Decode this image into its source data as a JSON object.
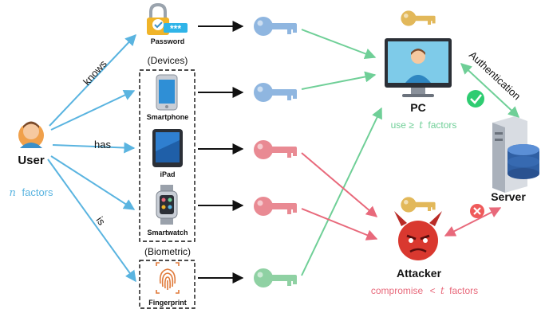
{
  "user": {
    "title": "User",
    "factors_symbol": "n",
    "factors_text": "factors"
  },
  "relations": {
    "knows": "knows",
    "has": "has",
    "is": "is"
  },
  "groups": {
    "devices": "(Devices)",
    "biometric": "(Biometric)"
  },
  "factors": {
    "password": {
      "label": "Password",
      "mask": "***"
    },
    "smartphone": {
      "label": "Smartphone"
    },
    "ipad": {
      "label": "iPad"
    },
    "smartwatch": {
      "label": "Smartwatch"
    },
    "fingerprint": {
      "label": "Fingerprint"
    }
  },
  "pc": {
    "title": "PC",
    "rule_prefix": "use ≥",
    "rule_symbol": "t",
    "rule_suffix": "factors"
  },
  "server": {
    "title": "Server"
  },
  "authentication": {
    "label": "Authentication"
  },
  "attacker": {
    "title": "Attacker",
    "rule_prefix": "compromise",
    "rule_lt": "<",
    "rule_symbol": "t",
    "rule_suffix": "factors"
  },
  "colors": {
    "user_arrow": "#5ab4e0",
    "accepted_key": "#6fcf97",
    "compromised_key": "#e8697b",
    "key_blue": "#8fb6e0",
    "key_red": "#e98a93",
    "key_green": "#8fd1a3",
    "key_gold": "#e2b85a",
    "pc_text": "#6fcf97",
    "attacker_text": "#e8697b",
    "check": "#2ecc71",
    "cross": "#ef5a5a"
  }
}
